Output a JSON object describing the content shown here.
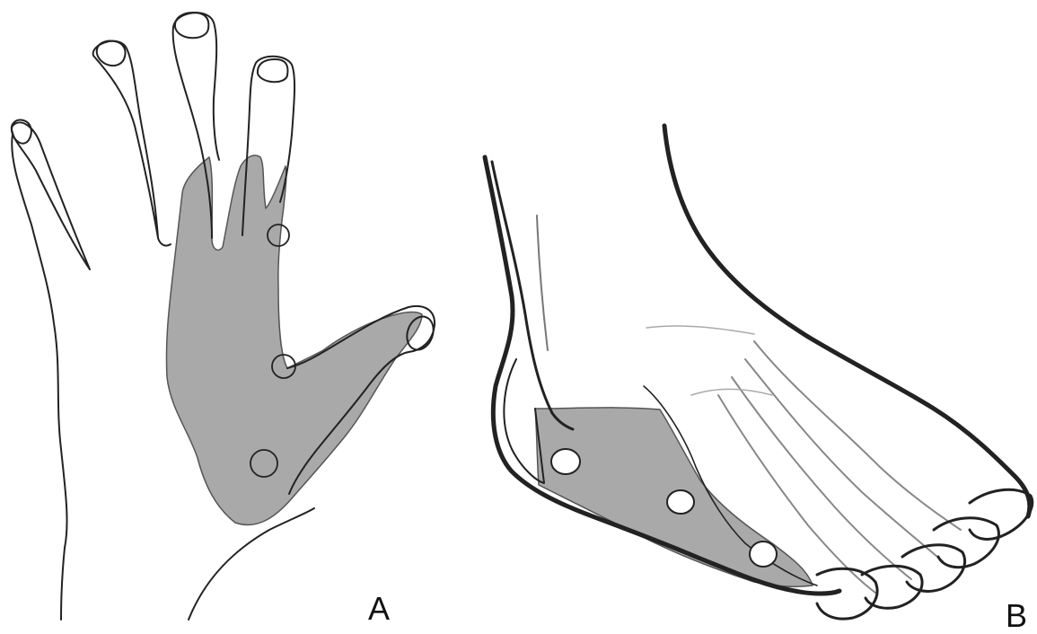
{
  "panels": [
    {
      "label": "A",
      "subject": "hand",
      "marker_count": 3
    },
    {
      "label": "B",
      "subject": "foot",
      "marker_count": 3
    }
  ],
  "colors": {
    "background": "#ffffff",
    "outline": "#222222",
    "shaded_region": "#a9a9a9",
    "marker_fill_b": "#ffffff"
  }
}
